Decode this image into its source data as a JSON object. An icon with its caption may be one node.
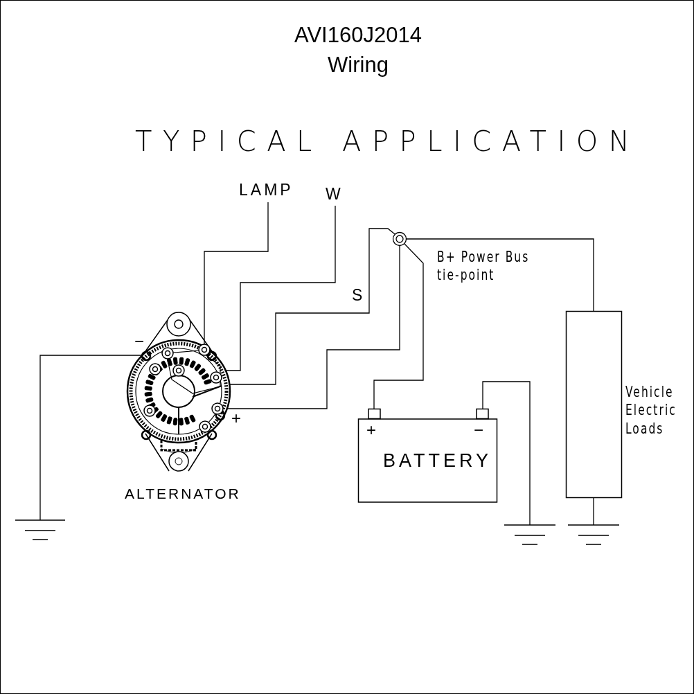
{
  "diagram": {
    "title": "AVI160J2014 Wiring",
    "nodes": [
      {
        "text": [
          "ALTERNATOR"
        ]
      },
      {
        "text": [
          "LAMP"
        ]
      },
      {
        "text": [
          "W"
        ]
      },
      {
        "text": [],
        "shape": "circle",
        "beside": [
          "B+ Power Bus tie-point"
        ]
      },
      {
        "text": [
          "+",
          "−",
          "BATTERY"
        ]
      },
      {
        "text": [],
        "shape": "box",
        "beside": [
          "Vehicle Electric Loads"
        ]
      },
      {
        "text": [],
        "shape": "ground"
      },
      {
        "text": [],
        "shape": "ground"
      },
      {
        "text": [],
        "shape": "ground"
      }
    ],
    "edges": [
      {
        "from": 0,
        "to": 1,
        "arrow": "none"
      },
      {
        "from": 0,
        "to": 2,
        "arrow": "none"
      },
      {
        "from": 0,
        "to": 3,
        "arrow": "none",
        "label": "S"
      },
      {
        "from": 0,
        "to": 3,
        "arrow": "none"
      },
      {
        "from": 4,
        "to": 3,
        "arrow": "none"
      },
      {
        "from": 3,
        "to": 5,
        "arrow": "none"
      },
      {
        "from": 0,
        "to": 6,
        "arrow": "none"
      },
      {
        "from": 4,
        "to": 7,
        "arrow": "none"
      },
      {
        "from": 5,
        "to": 8,
        "arrow": "none"
      }
    ],
    "labels": [
      "TYPICAL APPLICATION",
      "−",
      "+"
    ]
  }
}
